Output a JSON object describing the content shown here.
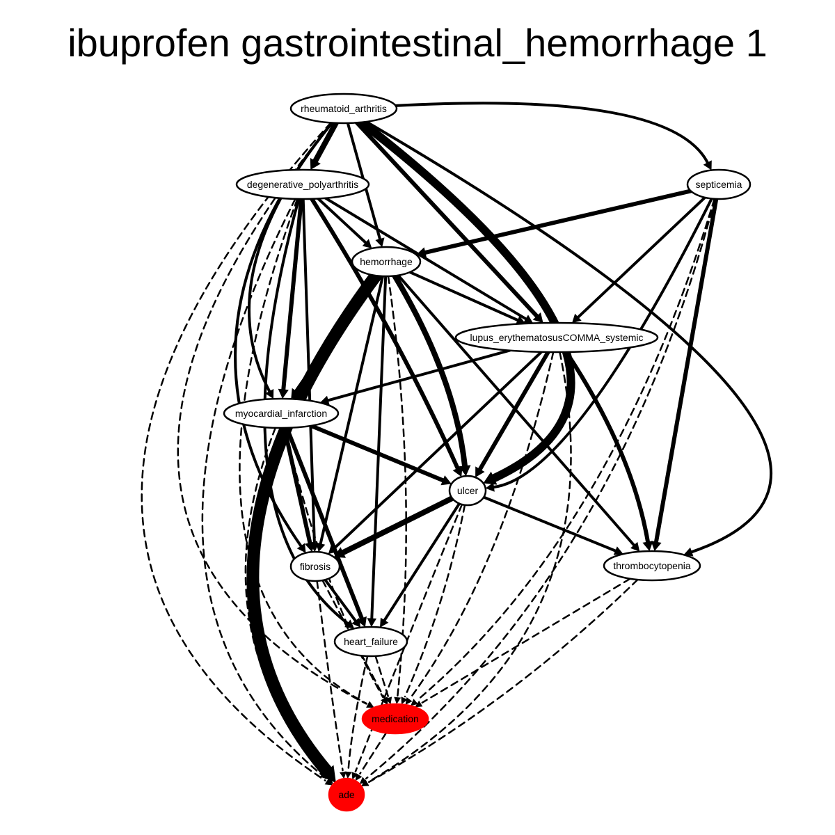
{
  "title": "ibuprofen gastrointestinal_hemorrhage 1",
  "colors": {
    "default_node_fill": "#ffffff",
    "highlight_node_fill": "#ff0000",
    "stroke": "#000000"
  },
  "nodes": [
    {
      "id": "ra",
      "label": "rheumatoid_arthritis",
      "highlight": false
    },
    {
      "id": "dp",
      "label": "degenerative_polyarthritis",
      "highlight": false
    },
    {
      "id": "sep",
      "label": "septicemia",
      "highlight": false
    },
    {
      "id": "hem",
      "label": "hemorrhage",
      "highlight": false
    },
    {
      "id": "lupus",
      "label": "lupus_erythematosusCOMMA_systemic",
      "highlight": false
    },
    {
      "id": "mi",
      "label": "myocardial_infarction",
      "highlight": false
    },
    {
      "id": "ulcer",
      "label": "ulcer",
      "highlight": false
    },
    {
      "id": "fib",
      "label": "fibrosis",
      "highlight": false
    },
    {
      "id": "thr",
      "label": "thrombocytopenia",
      "highlight": false
    },
    {
      "id": "hf",
      "label": "heart_failure",
      "highlight": false
    },
    {
      "id": "med",
      "label": "medication",
      "highlight": true
    },
    {
      "id": "ade",
      "label": "ade",
      "highlight": true
    }
  ],
  "edges": [
    {
      "from": "ra",
      "to": "dp",
      "style": "solid",
      "weight": 3
    },
    {
      "from": "ra",
      "to": "sep",
      "style": "solid",
      "weight": 1
    },
    {
      "from": "ra",
      "to": "hem",
      "style": "solid",
      "weight": 1
    },
    {
      "from": "ra",
      "to": "lupus",
      "style": "solid",
      "weight": 2
    },
    {
      "from": "ra",
      "to": "mi",
      "style": "solid",
      "weight": 1
    },
    {
      "from": "ra",
      "to": "ulcer",
      "style": "solid",
      "weight": 4
    },
    {
      "from": "ra",
      "to": "fib",
      "style": "solid",
      "weight": 1
    },
    {
      "from": "ra",
      "to": "thr",
      "style": "solid",
      "weight": 1
    },
    {
      "from": "ra",
      "to": "med",
      "style": "dashed",
      "weight": 1
    },
    {
      "from": "ra",
      "to": "ade",
      "style": "dashed",
      "weight": 1
    },
    {
      "from": "dp",
      "to": "hem",
      "style": "solid",
      "weight": 1
    },
    {
      "from": "dp",
      "to": "lupus",
      "style": "solid",
      "weight": 1
    },
    {
      "from": "dp",
      "to": "mi",
      "style": "solid",
      "weight": 2
    },
    {
      "from": "dp",
      "to": "ulcer",
      "style": "solid",
      "weight": 2
    },
    {
      "from": "dp",
      "to": "fib",
      "style": "solid",
      "weight": 1
    },
    {
      "from": "dp",
      "to": "hf",
      "style": "solid",
      "weight": 1
    },
    {
      "from": "dp",
      "to": "med",
      "style": "dashed",
      "weight": 1
    },
    {
      "from": "dp",
      "to": "ade",
      "style": "dashed",
      "weight": 1
    },
    {
      "from": "sep",
      "to": "hem",
      "style": "solid",
      "weight": 2
    },
    {
      "from": "sep",
      "to": "lupus",
      "style": "solid",
      "weight": 1
    },
    {
      "from": "sep",
      "to": "ulcer",
      "style": "solid",
      "weight": 1
    },
    {
      "from": "sep",
      "to": "thr",
      "style": "solid",
      "weight": 2
    },
    {
      "from": "sep",
      "to": "med",
      "style": "dashed",
      "weight": 1
    },
    {
      "from": "sep",
      "to": "ade",
      "style": "dashed",
      "weight": 1
    },
    {
      "from": "hem",
      "to": "lupus",
      "style": "solid",
      "weight": 1
    },
    {
      "from": "hem",
      "to": "mi",
      "style": "solid",
      "weight": 2
    },
    {
      "from": "hem",
      "to": "ulcer",
      "style": "solid",
      "weight": 3
    },
    {
      "from": "hem",
      "to": "fib",
      "style": "solid",
      "weight": 1
    },
    {
      "from": "hem",
      "to": "hf",
      "style": "solid",
      "weight": 1
    },
    {
      "from": "hem",
      "to": "thr",
      "style": "solid",
      "weight": 1
    },
    {
      "from": "hem",
      "to": "med",
      "style": "dashed",
      "weight": 1
    },
    {
      "from": "hem",
      "to": "ade",
      "style": "solid",
      "weight": 5
    },
    {
      "from": "lupus",
      "to": "mi",
      "style": "solid",
      "weight": 1
    },
    {
      "from": "lupus",
      "to": "ulcer",
      "style": "solid",
      "weight": 2
    },
    {
      "from": "lupus",
      "to": "fib",
      "style": "solid",
      "weight": 1
    },
    {
      "from": "lupus",
      "to": "thr",
      "style": "solid",
      "weight": 2
    },
    {
      "from": "lupus",
      "to": "med",
      "style": "dashed",
      "weight": 1
    },
    {
      "from": "lupus",
      "to": "ade",
      "style": "dashed",
      "weight": 1
    },
    {
      "from": "mi",
      "to": "ulcer",
      "style": "solid",
      "weight": 2
    },
    {
      "from": "mi",
      "to": "fib",
      "style": "solid",
      "weight": 2
    },
    {
      "from": "mi",
      "to": "hf",
      "style": "solid",
      "weight": 2
    },
    {
      "from": "mi",
      "to": "med",
      "style": "dashed",
      "weight": 1
    },
    {
      "from": "mi",
      "to": "ade",
      "style": "dashed",
      "weight": 1
    },
    {
      "from": "ulcer",
      "to": "fib",
      "style": "solid",
      "weight": 3
    },
    {
      "from": "ulcer",
      "to": "hf",
      "style": "solid",
      "weight": 1
    },
    {
      "from": "ulcer",
      "to": "thr",
      "style": "solid",
      "weight": 1
    },
    {
      "from": "ulcer",
      "to": "med",
      "style": "dashed",
      "weight": 1
    },
    {
      "from": "ulcer",
      "to": "ade",
      "style": "dashed",
      "weight": 1
    },
    {
      "from": "fib",
      "to": "hf",
      "style": "solid",
      "weight": 1
    },
    {
      "from": "fib",
      "to": "med",
      "style": "dashed",
      "weight": 1
    },
    {
      "from": "fib",
      "to": "ade",
      "style": "dashed",
      "weight": 1
    },
    {
      "from": "thr",
      "to": "med",
      "style": "dashed",
      "weight": 1
    },
    {
      "from": "thr",
      "to": "ade",
      "style": "dashed",
      "weight": 1
    },
    {
      "from": "hf",
      "to": "med",
      "style": "dashed",
      "weight": 1
    },
    {
      "from": "hf",
      "to": "ade",
      "style": "dashed",
      "weight": 1
    },
    {
      "from": "med",
      "to": "ade",
      "style": "dashed",
      "weight": 1
    }
  ]
}
